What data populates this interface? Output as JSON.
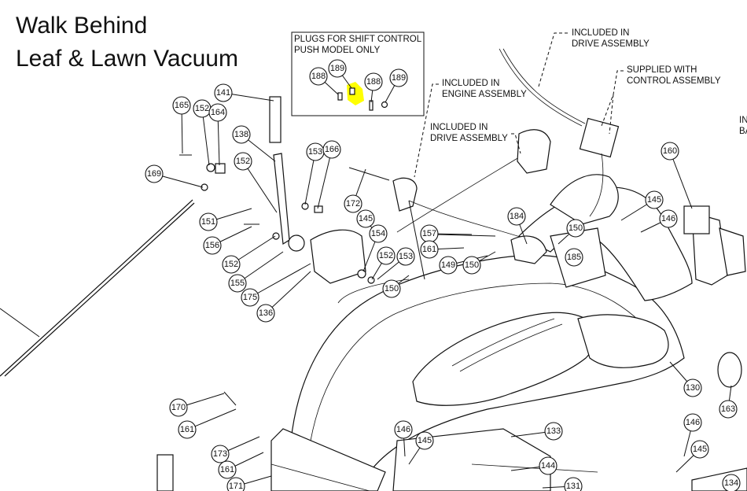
{
  "title_line1": "Walk Behind",
  "title_line2": "Leaf & Lawn Vacuum",
  "plugs_note": [
    "PLUGS FOR SHIFT CONTROL",
    "PUSH MODEL ONLY"
  ],
  "plug_callouts": [
    "188",
    "189",
    "188",
    "189"
  ],
  "notes": [
    [
      "INCLUDED IN",
      "DRIVE ASSEMBLY"
    ],
    [
      "SUPPLIED WITH",
      "CONTROL ASSEMBLY"
    ],
    [
      "INCLUDED IN",
      "ENGINE ASSEMBLY"
    ],
    [
      "INCLUDED IN",
      "DRIVE ASSEMBLY"
    ],
    [
      "IN",
      "BA"
    ]
  ],
  "callouts": [
    "165",
    "152",
    "164",
    "141",
    "169",
    "138",
    "152",
    "153",
    "166",
    "172",
    "151",
    "156",
    "152",
    "155",
    "175",
    "136",
    "145",
    "154",
    "152",
    "153",
    "150",
    "157",
    "161",
    "149",
    "150",
    "184",
    "150",
    "185",
    "160",
    "145",
    "146",
    "130",
    "163",
    "170",
    "161",
    "173",
    "161",
    "171",
    "146",
    "145",
    "133",
    "144",
    "131",
    "146",
    "145",
    "134"
  ],
  "highlight_color": "#ffff00"
}
